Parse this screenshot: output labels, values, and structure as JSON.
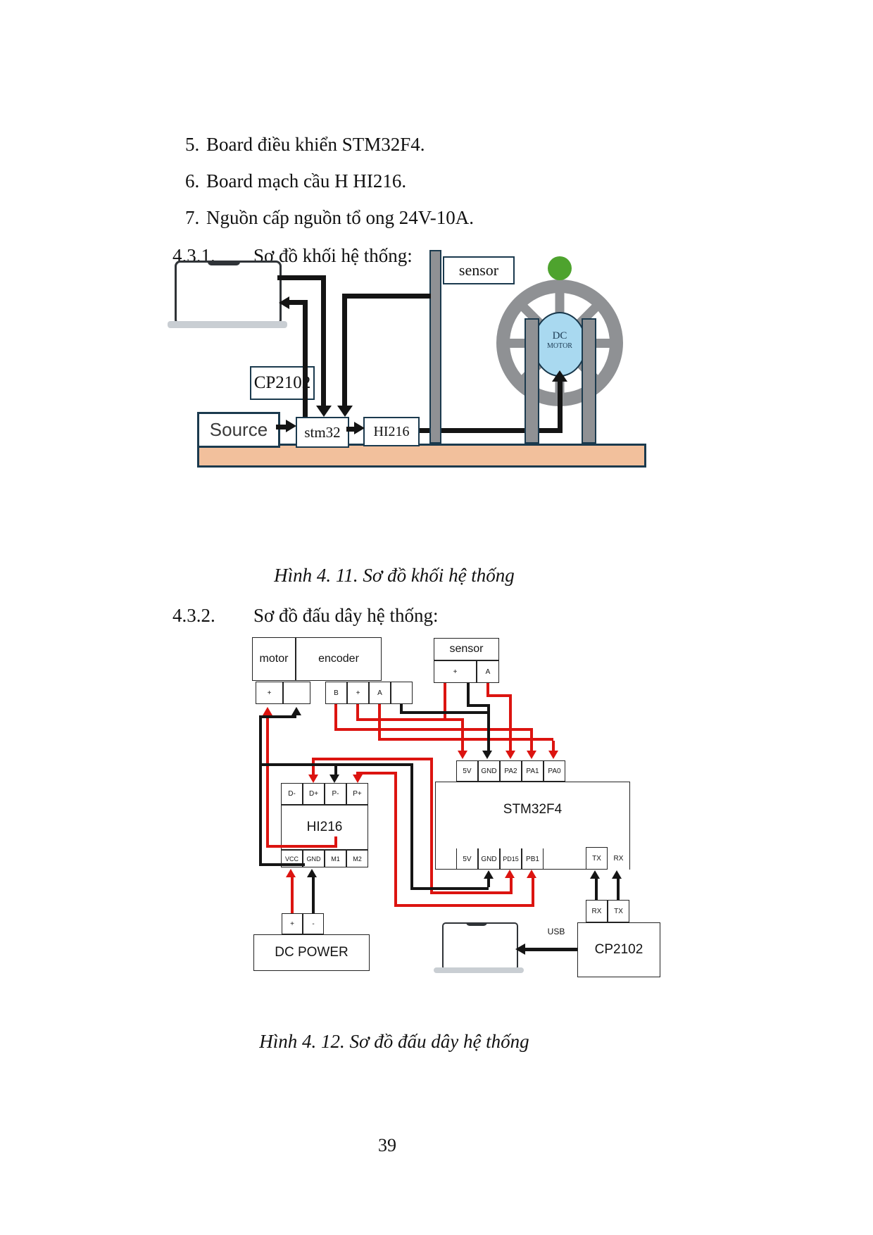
{
  "page": {
    "list_items": [
      {
        "number": "5.",
        "text": "Board điều khiển STM32F4."
      },
      {
        "number": "6.",
        "text": "Board mạch cầu H HI216."
      },
      {
        "number": "7.",
        "text": "Nguồn cấp nguồn tổ ong 24V-10A."
      }
    ],
    "sections": [
      {
        "number": "4.3.1.",
        "title": "Sơ đồ khối hệ thống:"
      },
      {
        "number": "4.3.2.",
        "title": "Sơ đồ đấu dây hệ thống:"
      }
    ],
    "captions": {
      "fig11": "Hình 4. 11. Sơ đồ khối hệ thống",
      "fig12": "Hình 4. 12. Sơ đồ đấu dây hệ thống"
    },
    "page_number": "39"
  },
  "figure11": {
    "labels": {
      "source": "Source",
      "cp2102": "CP2102",
      "stm32": "stm32",
      "hi216": "HI216",
      "sensor": "sensor",
      "motor_line1": "DC",
      "motor_line2": "MOTOR"
    },
    "colors": {
      "ground_bar": "#f2c09c",
      "metal_gray": "#8f9194",
      "motor_blue": "#a9d9f0",
      "ball_green": "#4ea32e",
      "box_border": "#1b3a4e",
      "wire": "#141414"
    }
  },
  "figure12": {
    "labels": {
      "motor": "motor",
      "encoder": "encoder",
      "sensor": "sensor",
      "hi216": "HI216",
      "stm32": "STM32F4",
      "cp2102": "CP2102",
      "dc_power": "DC POWER",
      "usb": "USB"
    },
    "pins": {
      "motor": [
        "+",
        ""
      ],
      "encoder": [
        "B",
        "+",
        "A",
        ""
      ],
      "sensor": [
        "+",
        "A"
      ],
      "stm32_top": [
        "5V",
        "GND",
        "PA2",
        "PA1",
        "PA0"
      ],
      "stm32_bottom": [
        "5V",
        "GND",
        "PD15",
        "PB1"
      ],
      "stm32_serial": [
        "TX",
        "RX"
      ],
      "cp2102_serial": [
        "RX",
        "TX"
      ],
      "hi216_top": [
        "D-",
        "D+",
        "P-",
        "P+"
      ],
      "hi216_bottom": [
        "VCC",
        "GND",
        "M1",
        "M2"
      ],
      "dc_power": [
        "+",
        "-"
      ]
    },
    "colors": {
      "wire_red": "#dc1410",
      "wire_black": "#151515",
      "box_border": "#222222"
    }
  }
}
